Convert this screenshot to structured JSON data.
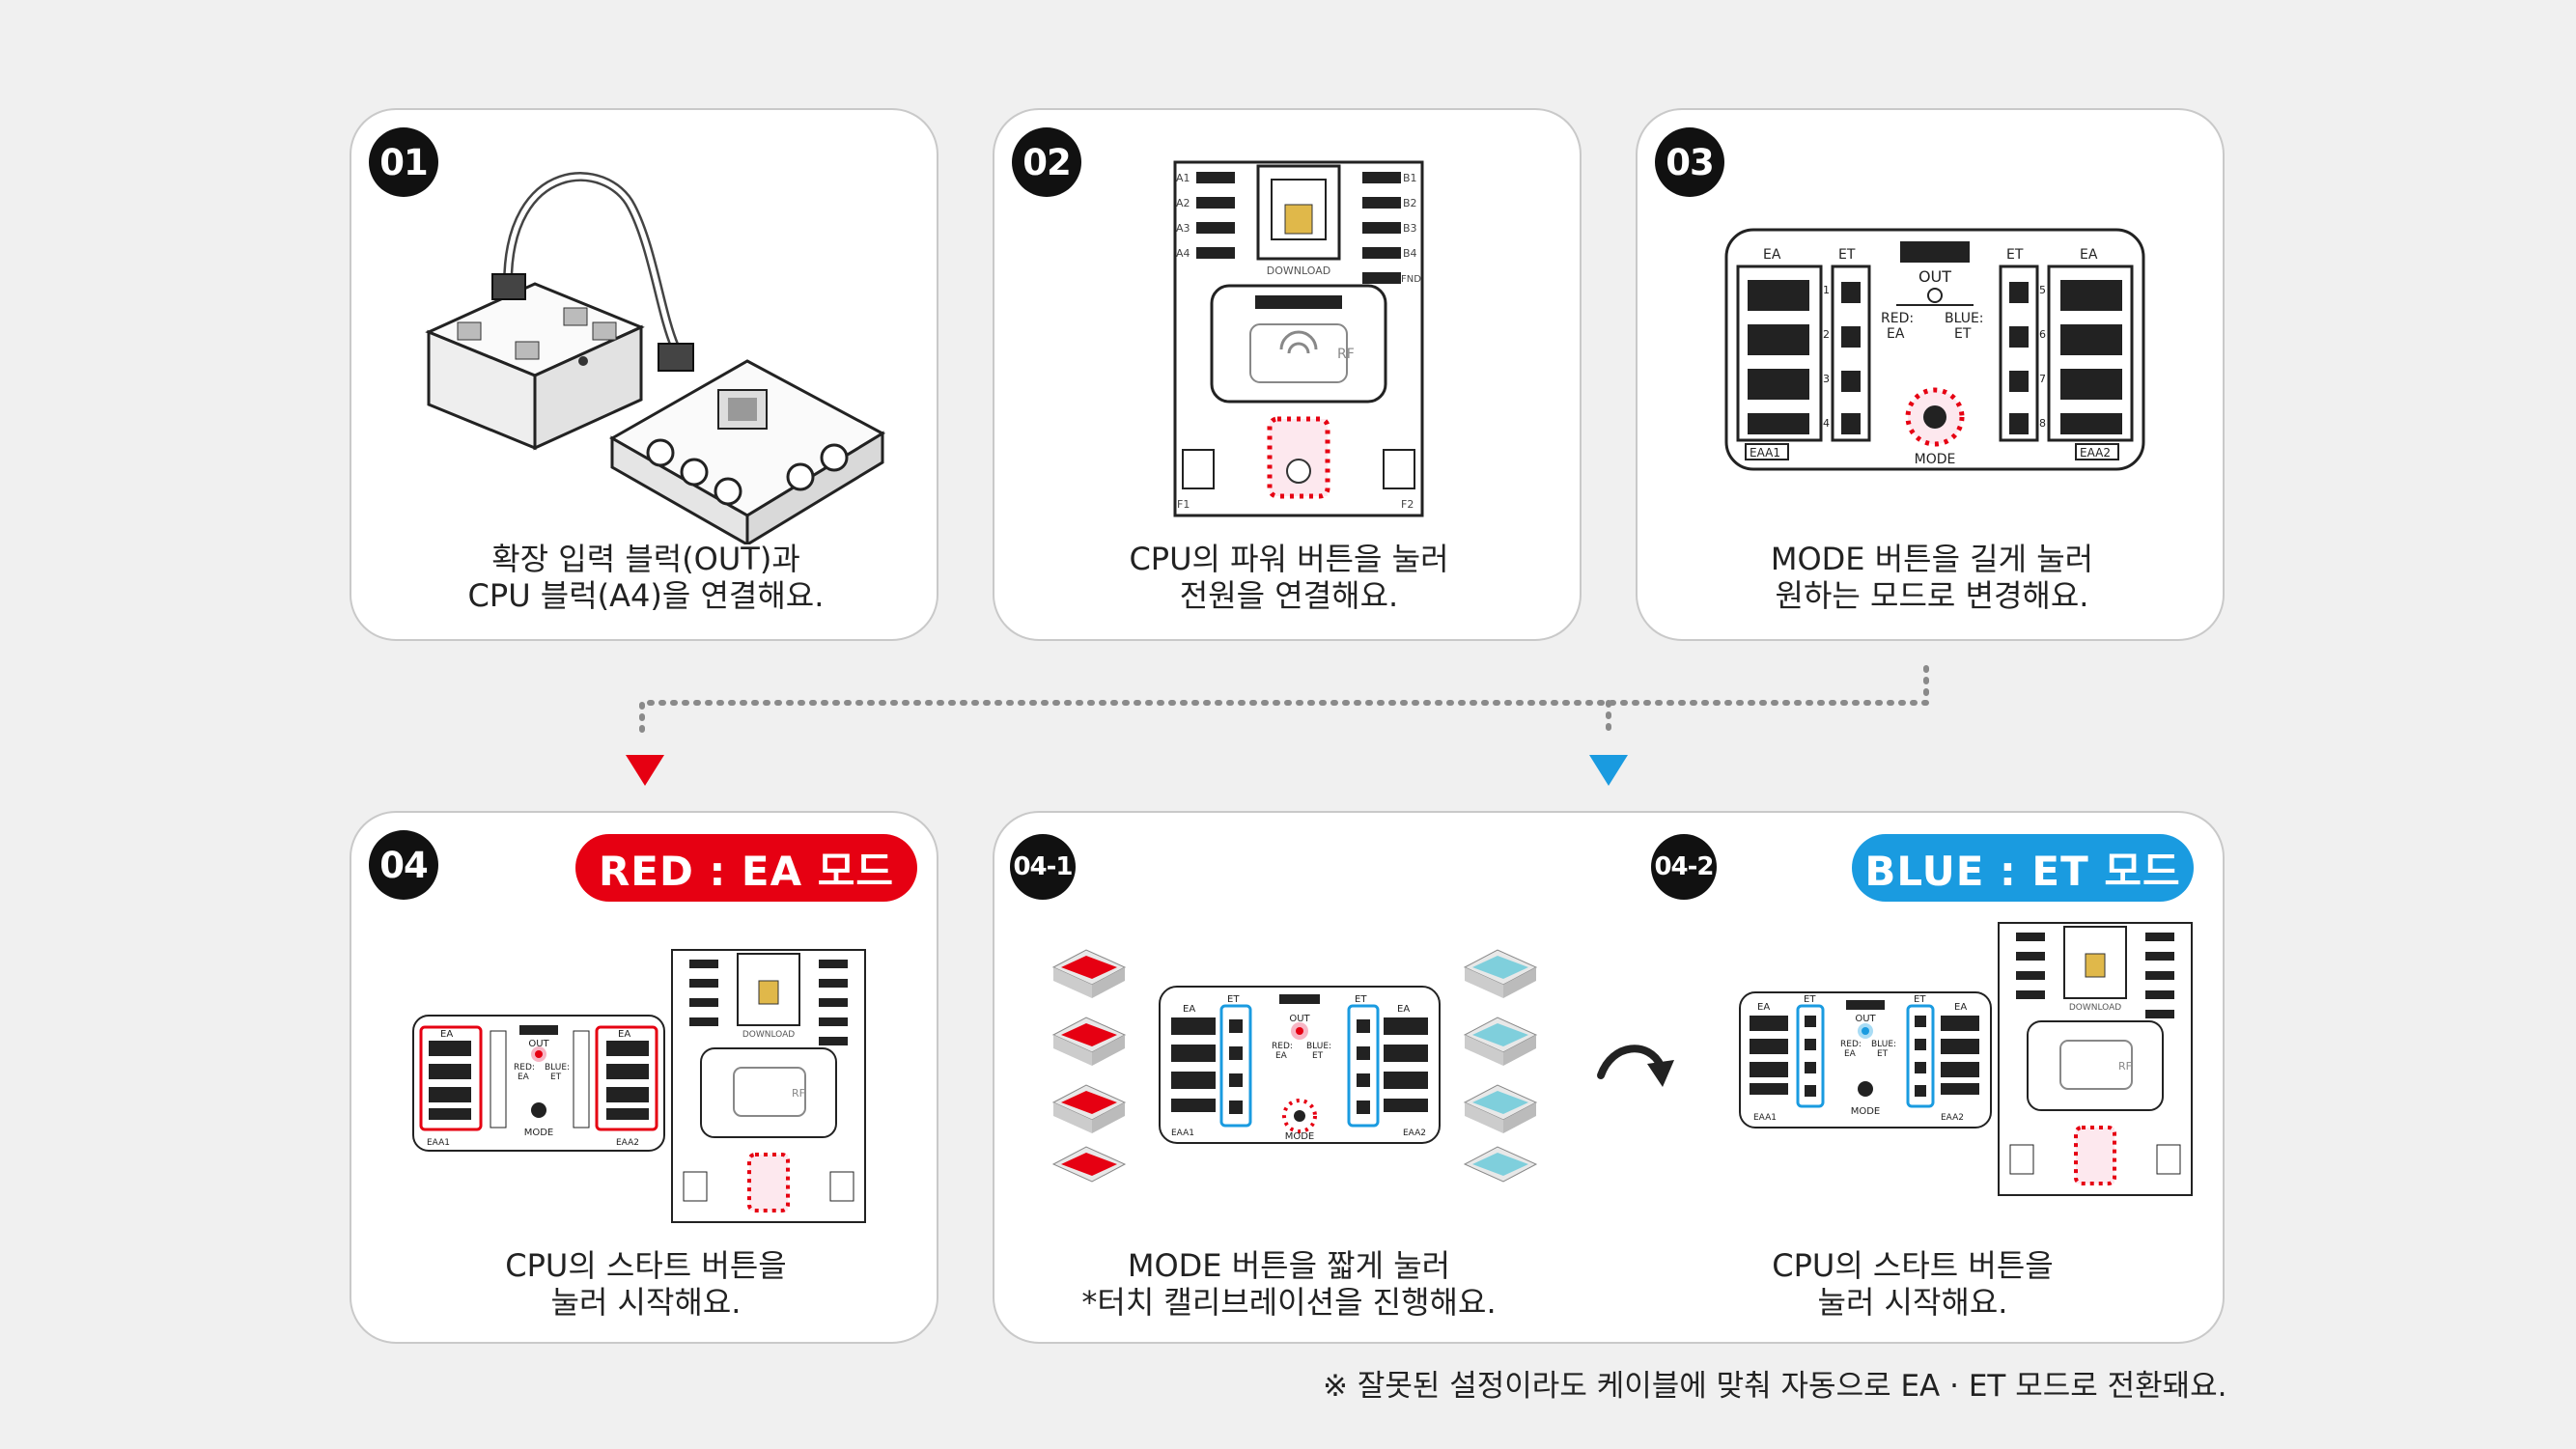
{
  "steps": {
    "s01": {
      "badge": "01",
      "line1": "확장 입력 블럭(OUT)과",
      "line2": "CPU 블럭(A4)을 연결해요."
    },
    "s02": {
      "badge": "02",
      "line1": "CPU의 파워 버튼을 눌러",
      "line2": "전원을 연결해요."
    },
    "s03": {
      "badge": "03",
      "line1": "MODE 버튼을 길게 눌러",
      "line2": "원하는 모드로 변경해요."
    },
    "s04": {
      "badge": "04",
      "pill": "RED : EA 모드",
      "line1": "CPU의 스타트 버튼을",
      "line2": "눌러 시작해요."
    },
    "s041": {
      "badge": "04-1",
      "line1": "MODE 버튼을 짧게 눌러",
      "line2": "*터치 캘리브레이션을 진행해요."
    },
    "s042": {
      "badge": "04-2",
      "pill": "BLUE : ET 모드",
      "line1": "CPU의 스타트 버튼을",
      "line2": "눌러 시작해요."
    }
  },
  "footnote": "※ 잘못된 설정이라도 케이블에 맞춰 자동으로 EA · ET 모드로 전환돼요.",
  "labels": {
    "download": "DOWNLOAD",
    "rf": "RF",
    "out": "OUT",
    "red": "RED:",
    "blue": "BLUE:",
    "ea": "EA",
    "et": "ET",
    "mode": "MODE",
    "eaa1": "EAA1",
    "eaa2": "EAA2",
    "fnd": "FND",
    "f1": "F1",
    "f2": "F2",
    "a1": "A1",
    "a2": "A2",
    "a3": "A3",
    "a4": "A4",
    "b1": "B1",
    "b2": "B2",
    "b3": "B3",
    "b4": "B4",
    "n1": "1",
    "n2": "2",
    "n3": "3",
    "n4": "4",
    "n5": "5",
    "n6": "6",
    "n7": "7",
    "n8": "8"
  },
  "colors": {
    "red": "#e60012",
    "blue": "#1a9be0",
    "cardBorder": "#c9c9c9",
    "background": "#f0f0f0",
    "dotted": "#8a8a8a"
  },
  "icons": {
    "arrowDownRed": "triangle-down",
    "arrowDownBlue": "triangle-down",
    "curvedArrow": "curved-arrow-right"
  }
}
